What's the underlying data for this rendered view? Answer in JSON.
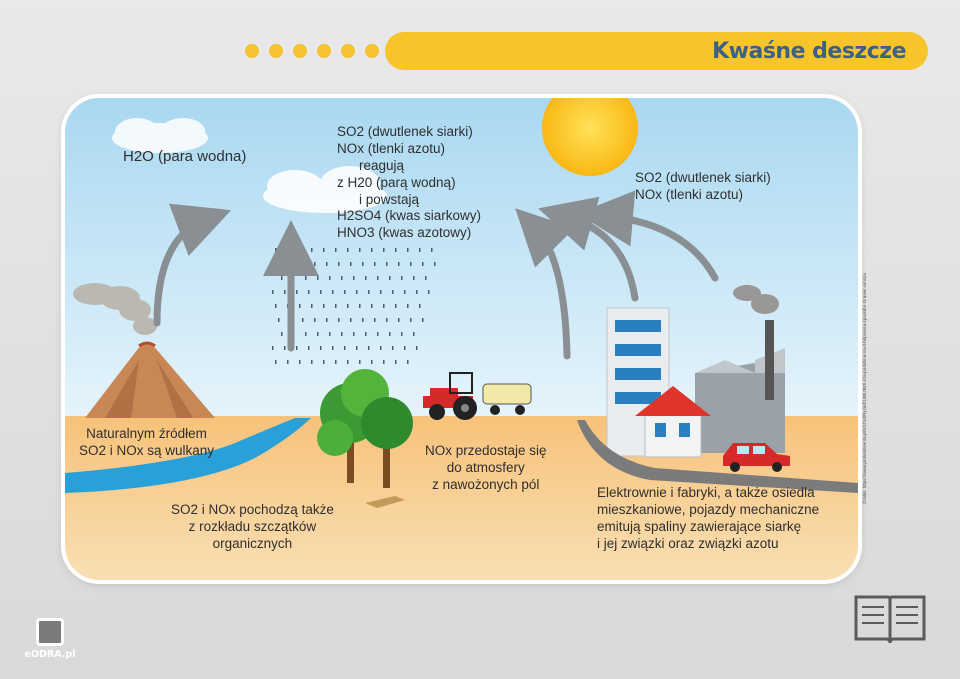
{
  "header": {
    "title": "Kwaśne deszcze",
    "dot_count": 6
  },
  "labels": {
    "water_vapor": "H2O (para wodna)",
    "reaction": [
      "SO2 (dwutlenek siarki)",
      "NOx (tlenki azotu)",
      "reagują",
      "z H20 (parą wodną)",
      "i powstają",
      "H2SO4 (kwas siarkowy)",
      "HNO3 (kwas azotowy)"
    ],
    "emissions": [
      "SO2 (dwutlenek siarki)",
      "NOx (tlenki azotu)"
    ],
    "volcano": [
      "Naturalnym źródłem",
      "SO2  i NOx są wulkany"
    ],
    "decomposition": [
      "SO2  i NOx pochodzą także",
      "z rozkładu szczątków",
      "organicznych"
    ],
    "fertilizer": [
      "NOx przedostaje się",
      "do atmosfery",
      "z nawożonych pól"
    ],
    "industry": [
      "Elektrownie i fabryki, a także osiedla",
      "mieszkaniowe, pojazdy mechaniczne",
      "emitują spaliny zawierające siarkę",
      "i jej związki oraz związki azotu"
    ]
  },
  "source_note": "Źródło: https://www.prolesinventa.pl/s/1/Sd/Ryciaf/14BUBOLK/a-podobna-na-d-bitpressa-zpodobn-Gravier-amsza",
  "footer": {
    "logo_text": "eODRA.pl"
  },
  "colors": {
    "accent_yellow": "#f7c52a",
    "title_blue": "#3e5f86",
    "sky": "#bfe3f5",
    "ground": "#f4b86a",
    "river": "#2aa0d8",
    "arrow_gray": "#8a8f94",
    "sun": "#fcc21b"
  },
  "icons": {
    "book": "open-book-icon",
    "logo": "eodra-logo-icon"
  }
}
